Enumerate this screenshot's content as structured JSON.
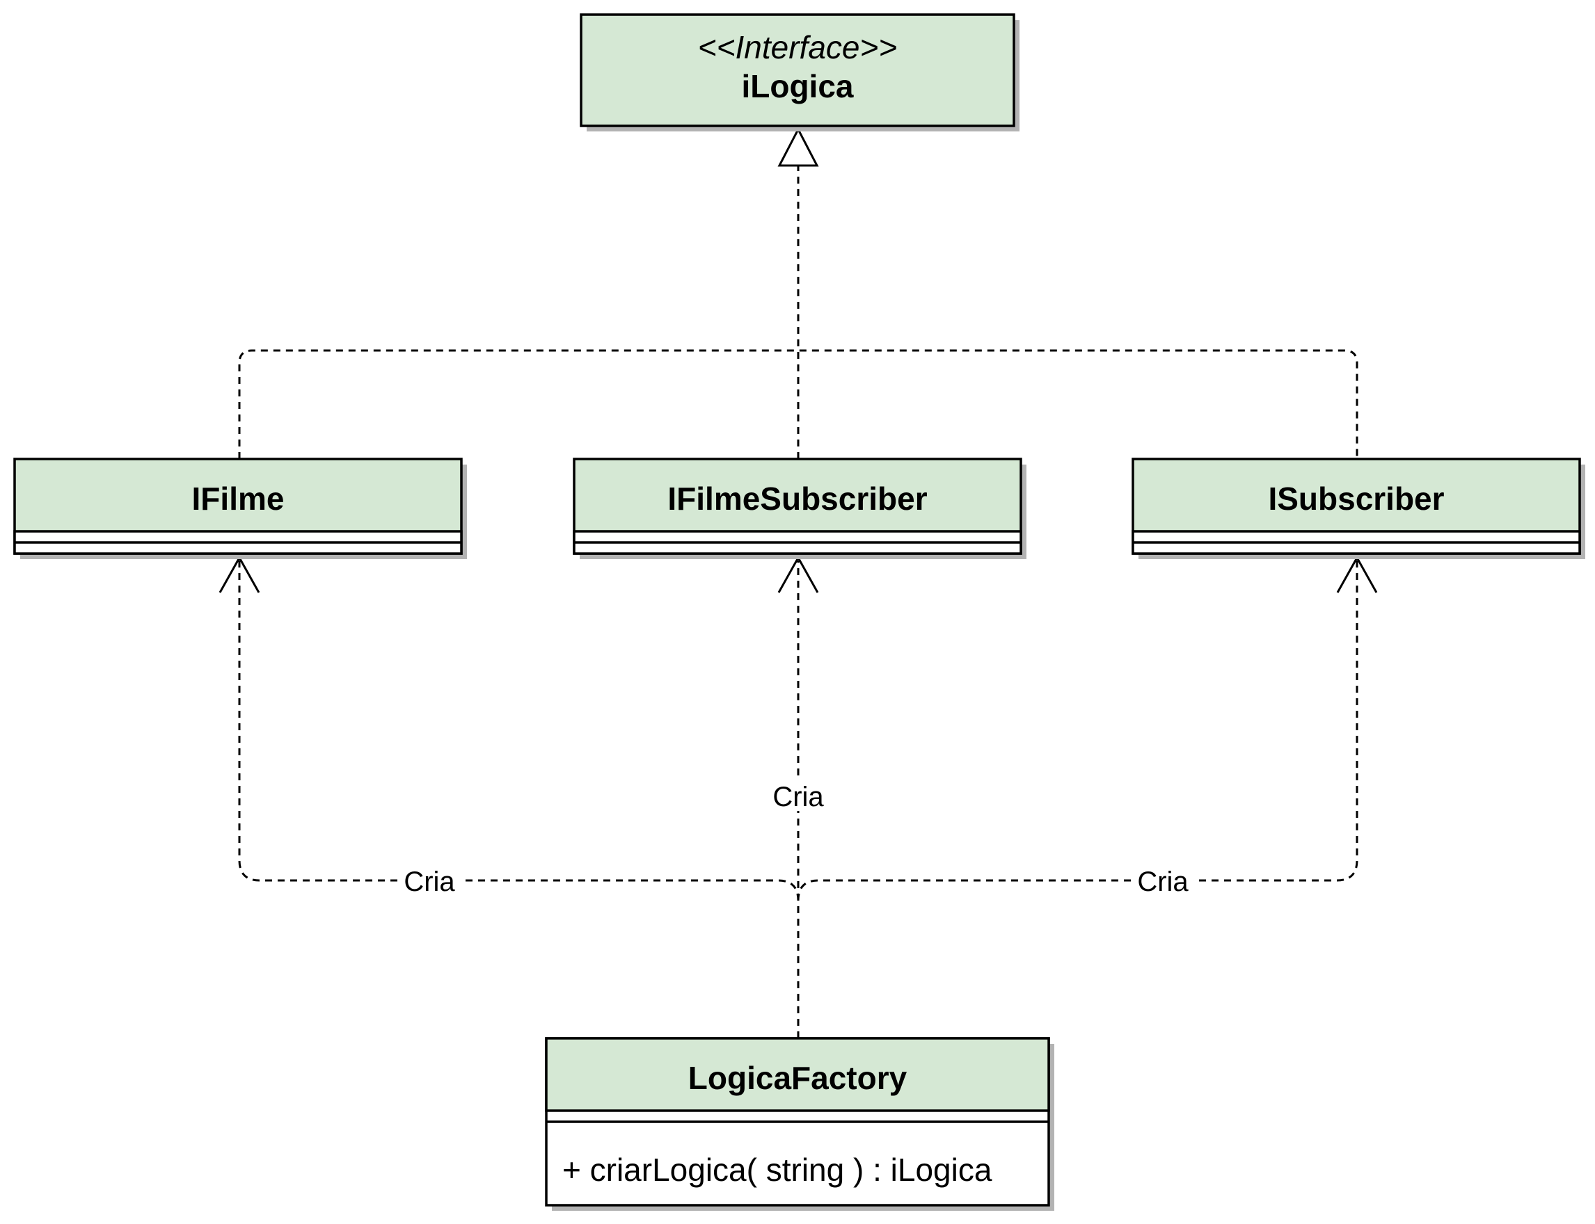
{
  "interface": {
    "stereotype": "<<Interface>>",
    "name": "iLogica"
  },
  "classes": [
    {
      "id": "ifilme",
      "name": "IFilme"
    },
    {
      "id": "ifilmesubscriber",
      "name": "IFilmeSubscriber"
    },
    {
      "id": "isubscriber",
      "name": "ISubscriber"
    }
  ],
  "factory": {
    "name": "LogicaFactory",
    "method": "+ criarLogica( string ) : iLogica"
  },
  "edge_labels": {
    "left": "Cria",
    "center": "Cria",
    "right": "Cria"
  },
  "colors": {
    "box_fill": "#d5e8d4",
    "stroke": "#000000",
    "shadow": "#b3b3b3"
  }
}
